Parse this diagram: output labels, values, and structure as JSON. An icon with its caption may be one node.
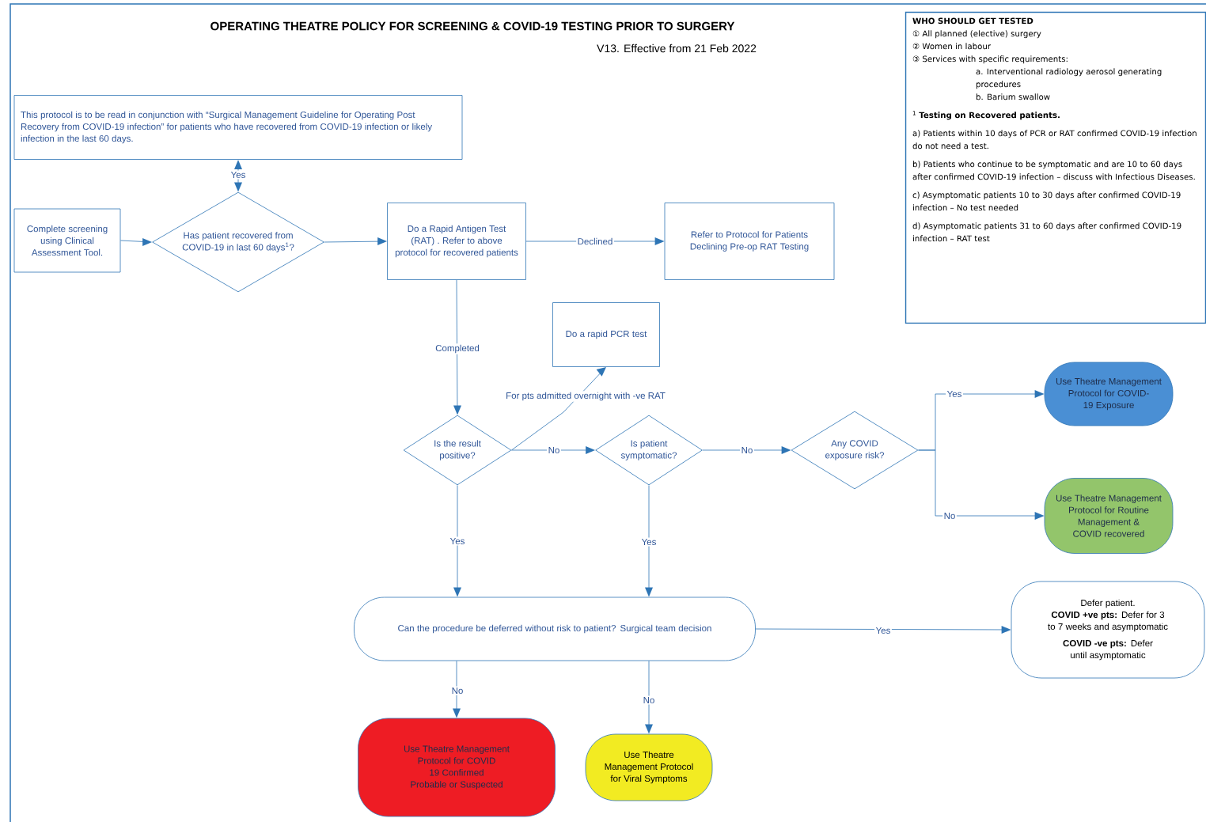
{
  "diagram": {
    "title": "OPERATING THEATRE POLICY FOR SCREENING & COVID-19 TESTING PRIOR TO SURGERY",
    "nodes": [
      {
        "text": [
          "This protocol is to be read in conjunction with “Surgical Management Guideline for Operating Post Recovery from COVID-19 infection” for patients who have recovered from COVID-19 infection or likely infection in the last 60 days."
        ]
      },
      {
        "text": [
          "Complete screening using Clinical Assessment Tool."
        ]
      },
      {
        "text": [
          "Has patient recovered from COVID-19 in last 60 days$^{1}$?"
        ]
      },
      {
        "text": [
          "Do a Rapid Antigen Test (RAT) . Refer to above protocol for recovered patients"
        ]
      },
      {
        "text": [
          "Refer to Protocol for Patients Declining Pre-op RAT Testing"
        ]
      },
      {
        "text": [
          "Do a rapid PCR test"
        ]
      },
      {
        "text": [
          "Is the result positive?"
        ]
      },
      {
        "text": [
          "Is patient symptomatic?"
        ]
      },
      {
        "text": [
          "Any COVID exposure risk?"
        ]
      },
      {
        "text": [
          "Use Theatre Management Protocol for COVID-19 Exposure"
        ]
      },
      {
        "text": [
          "Use Theatre Management Protocol for Routine Management & COVID recovered"
        ]
      },
      {
        "text": [
          "Can the procedure be deferred without risk to patient? Surgical team decision"
        ]
      },
      {
        "text": [
          "Defer patient.",
          "**COVID +ve pts:** Defer for 3 to 7 weeks and asymptomatic",
          "**COVID -ve pts:** Defer until asymptomatic"
        ]
      },
      {
        "text": [
          "Use Theatre Management Protocol for COVID 19 Confirmed Probable or Suspected"
        ]
      },
      {
        "text": [
          "Use Theatre Management Protocol for Viral Symptoms"
        ]
      },
      {
        "text": [
          "WHO SHOULD GET TESTED",
          "① All planned (elective) surgery",
          "② Women in labour",
          "③ Services with specific requirements:",
          "a. Interventional radiology aerosol generating procedures",
          "b. Barium swallow",
          "$^{1}$ **Testing on Recovered patients.**",
          "a) Patients within 10 days of PCR or RAT confirmed COVID-19 infection do not need a test.",
          "b) Patients who continue to be symptomatic and are 10 to 60 days after confirmed COVID-19 infection – discuss with Infectious Diseases.",
          "c) Asymptomatic patients 10 to 30 days after confirmed COVID-19 infection – No test needed",
          "d) Asymptomatic patients 31 to 60 days after confirmed COVID-19 infection – RAT test"
        ]
      }
    ],
    "edges": [
      {
        "from": 1,
        "to": 2,
        "arrow": "to"
      },
      {
        "from": 2,
        "to": 0,
        "arrow": "both",
        "label": "Yes"
      },
      {
        "from": 2,
        "to": 3,
        "arrow": "to"
      },
      {
        "from": 3,
        "to": 4,
        "arrow": "to",
        "label": "Declined"
      },
      {
        "from": 3,
        "to": 6,
        "arrow": "to",
        "label": "Completed"
      },
      {
        "from": 6,
        "to": 5,
        "arrow": "to",
        "label": "For pts admitted overnight with -ve RAT"
      },
      {
        "from": 6,
        "to": 7,
        "arrow": "to",
        "label": "No"
      },
      {
        "from": 7,
        "to": 8,
        "arrow": "to",
        "label": "No"
      },
      {
        "from": 8,
        "to": 9,
        "arrow": "to",
        "label": "Yes"
      },
      {
        "from": 8,
        "to": 10,
        "arrow": "to",
        "label": "No"
      },
      {
        "from": 6,
        "to": 11,
        "arrow": "to",
        "label": "Yes"
      },
      {
        "from": 7,
        "to": 11,
        "arrow": "to",
        "label": "Yes"
      },
      {
        "from": 11,
        "to": 12,
        "arrow": "to",
        "label": "Yes"
      },
      {
        "from": 11,
        "to": 13,
        "arrow": "to",
        "label": "No"
      },
      {
        "from": 11,
        "to": 14,
        "arrow": "to",
        "label": "No"
      }
    ],
    "labels": [
      "V13. Effective from 21 Feb 2022"
    ]
  }
}
